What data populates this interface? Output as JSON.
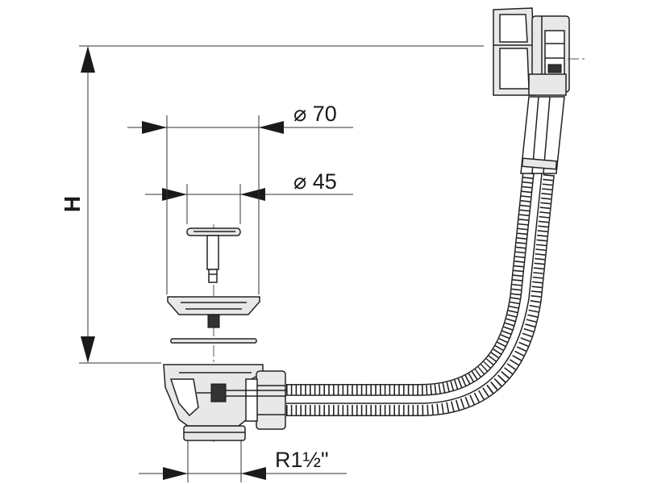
{
  "dimensions": {
    "height_label": "H",
    "outer_diameter_label": "⌀ 70",
    "inner_diameter_label": "⌀ 45",
    "thread_label": "R1½\""
  },
  "colors": {
    "line": "#222222",
    "fill_light": "#e8e8e8",
    "arrow": "#1a1a1a"
  }
}
